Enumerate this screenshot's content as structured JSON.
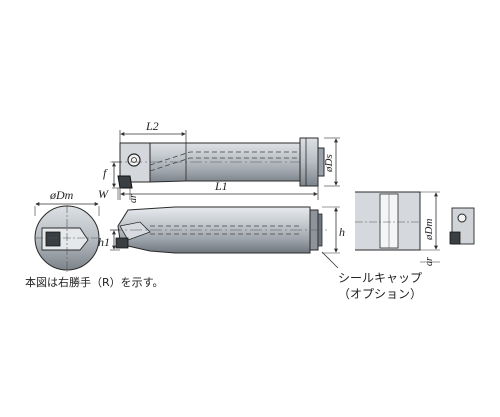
{
  "labels": {
    "L2": "L2",
    "L1": "L1",
    "f": "f",
    "W": "W",
    "ar_top": "ar",
    "phiDs": "øDs",
    "phiDm_left": "øDm",
    "h1": "h1",
    "h": "h",
    "phiDm_right": "øDm",
    "ar_right": "ar"
  },
  "note": "本図は右勝手（R）を示す。",
  "seal_cap": {
    "line1": "シールキャップ",
    "line2": "（オプション）"
  },
  "colors": {
    "body": "#b9bfc5",
    "body_dark": "#6f767d",
    "outline": "#2a2a2a",
    "dim": "#333333"
  }
}
